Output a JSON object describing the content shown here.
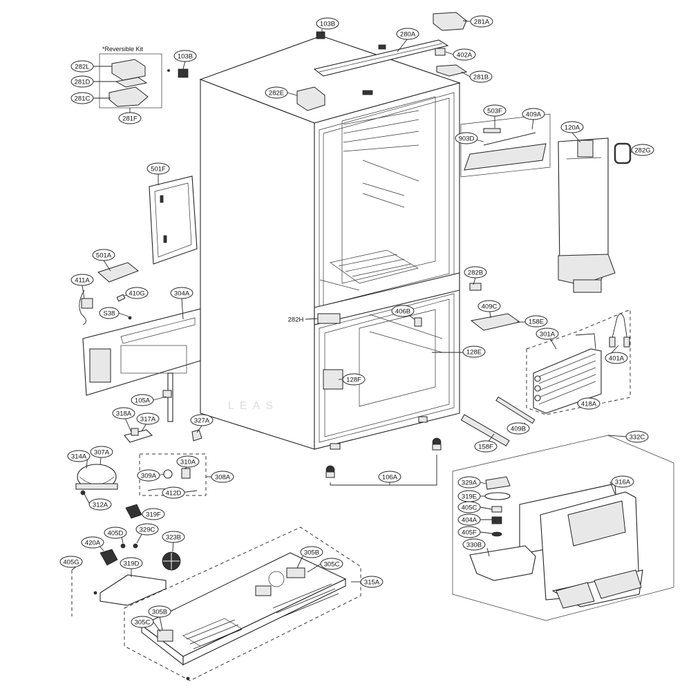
{
  "kit_label": "*Reversible Kit",
  "watermark": "LEAS",
  "callouts": [
    {
      "id": "103B_top",
      "text": "103B"
    },
    {
      "id": "281A",
      "text": "281A"
    },
    {
      "id": "280A",
      "text": "280A"
    },
    {
      "id": "402A",
      "text": "402A"
    },
    {
      "id": "281B",
      "text": "281B"
    },
    {
      "id": "103B_kit",
      "text": "103B"
    },
    {
      "id": "282L",
      "text": "282L"
    },
    {
      "id": "281D",
      "text": "281D"
    },
    {
      "id": "281C",
      "text": "281C"
    },
    {
      "id": "281F",
      "text": "281F"
    },
    {
      "id": "282E",
      "text": "282E"
    },
    {
      "id": "503F",
      "text": "503F"
    },
    {
      "id": "409A",
      "text": "409A"
    },
    {
      "id": "903D",
      "text": "903D"
    },
    {
      "id": "120A",
      "text": "120A"
    },
    {
      "id": "282G",
      "text": "282G"
    },
    {
      "id": "501F",
      "text": "501F"
    },
    {
      "id": "501A",
      "text": "501A"
    },
    {
      "id": "411A",
      "text": "411A"
    },
    {
      "id": "410G",
      "text": "410G"
    },
    {
      "id": "304A",
      "text": "304A"
    },
    {
      "id": "S38",
      "text": "S38"
    },
    {
      "id": "282B",
      "text": "282B"
    },
    {
      "id": "406B",
      "text": "406B"
    },
    {
      "id": "409C",
      "text": "409C"
    },
    {
      "id": "282H",
      "text": "282H"
    },
    {
      "id": "158E",
      "text": "158E"
    },
    {
      "id": "301A",
      "text": "301A"
    },
    {
      "id": "128E",
      "text": "128E"
    },
    {
      "id": "401A",
      "text": "401A"
    },
    {
      "id": "128F",
      "text": "128F"
    },
    {
      "id": "418A",
      "text": "418A"
    },
    {
      "id": "105A",
      "text": "105A"
    },
    {
      "id": "318A",
      "text": "318A"
    },
    {
      "id": "317A",
      "text": "317A"
    },
    {
      "id": "327A",
      "text": "327A"
    },
    {
      "id": "409B",
      "text": "409B"
    },
    {
      "id": "158F",
      "text": "158F"
    },
    {
      "id": "332C",
      "text": "332C"
    },
    {
      "id": "314A",
      "text": "314A"
    },
    {
      "id": "307A",
      "text": "307A"
    },
    {
      "id": "310A",
      "text": "310A"
    },
    {
      "id": "309A",
      "text": "309A"
    },
    {
      "id": "308A",
      "text": "308A"
    },
    {
      "id": "412D",
      "text": "412D"
    },
    {
      "id": "312A",
      "text": "312A"
    },
    {
      "id": "106A",
      "text": "106A"
    },
    {
      "id": "329A",
      "text": "329A"
    },
    {
      "id": "316A",
      "text": "316A"
    },
    {
      "id": "319E",
      "text": "319E"
    },
    {
      "id": "319F",
      "text": "319F"
    },
    {
      "id": "405C_r",
      "text": "405C"
    },
    {
      "id": "404A",
      "text": "404A"
    },
    {
      "id": "405D",
      "text": "405D"
    },
    {
      "id": "329C",
      "text": "329C"
    },
    {
      "id": "323B",
      "text": "323B"
    },
    {
      "id": "420A",
      "text": "420A"
    },
    {
      "id": "405F",
      "text": "405F"
    },
    {
      "id": "330B",
      "text": "330B"
    },
    {
      "id": "405G",
      "text": "405G"
    },
    {
      "id": "319D",
      "text": "319D"
    },
    {
      "id": "305B_top",
      "text": "305B"
    },
    {
      "id": "305C_top",
      "text": "305C"
    },
    {
      "id": "315A",
      "text": "315A"
    },
    {
      "id": "305B_bot",
      "text": "305B"
    },
    {
      "id": "305C_bot",
      "text": "305C"
    }
  ]
}
